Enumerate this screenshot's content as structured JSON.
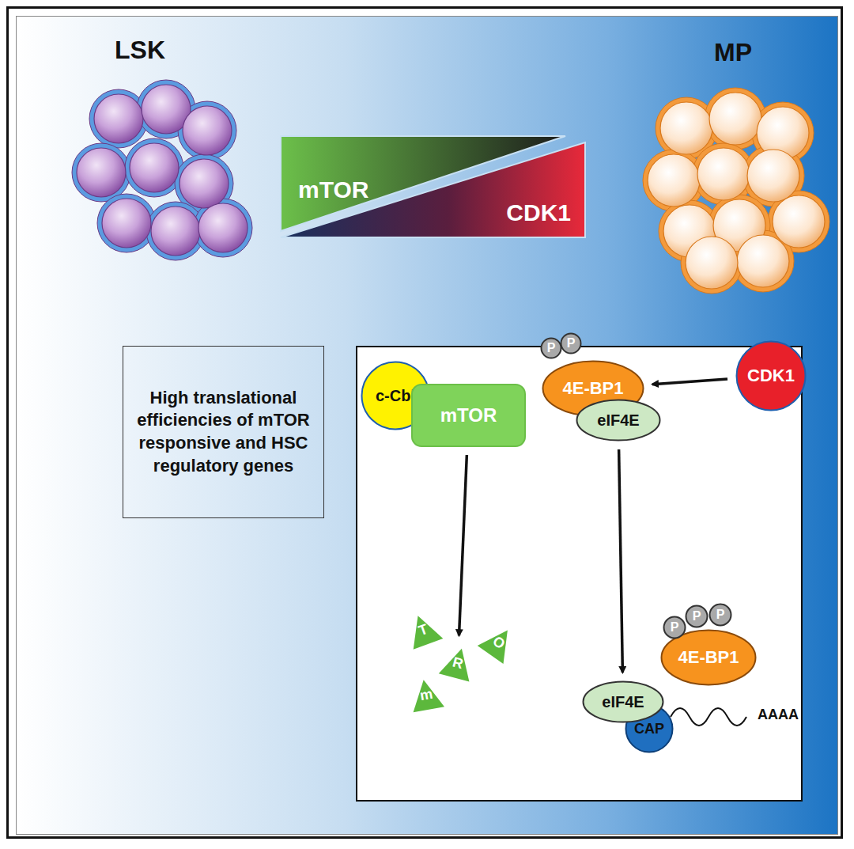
{
  "diagram": {
    "nodes": [
      {
        "text": [
          "mTOR"
        ]
      },
      {
        "text": [
          "CDK1"
        ]
      },
      {
        "text": [
          "High translational efficiencies of mTOR responsive and HSC regulatory genes"
        ]
      },
      {
        "text": [
          "c-Cbl"
        ]
      },
      {
        "text": [
          "mTOR"
        ]
      },
      {
        "text": [
          "4E-BP1"
        ]
      },
      {
        "text": [
          "P"
        ]
      },
      {
        "text": [
          "P"
        ]
      },
      {
        "text": [
          "eIF4E"
        ]
      },
      {
        "text": [
          "CDK1"
        ]
      },
      {
        "text": [
          "T"
        ]
      },
      {
        "text": [
          "R"
        ]
      },
      {
        "text": [
          "O"
        ]
      },
      {
        "text": [
          "m"
        ]
      },
      {
        "text": [
          "4E-BP1"
        ]
      },
      {
        "text": [
          "P"
        ]
      },
      {
        "text": [
          "P"
        ]
      },
      {
        "text": [
          "P"
        ]
      },
      {
        "text": [
          "eIF4E"
        ]
      },
      {
        "text": [
          "CAP"
        ]
      }
    ],
    "edges": [
      {
        "from": 9,
        "to": 5,
        "arrow": "to"
      },
      {
        "from": 4,
        "to": 11,
        "arrow": "to"
      },
      {
        "from": 8,
        "to": 18,
        "arrow": "to"
      }
    ],
    "labels": [
      "LSK",
      "MP",
      "AAAA"
    ]
  }
}
